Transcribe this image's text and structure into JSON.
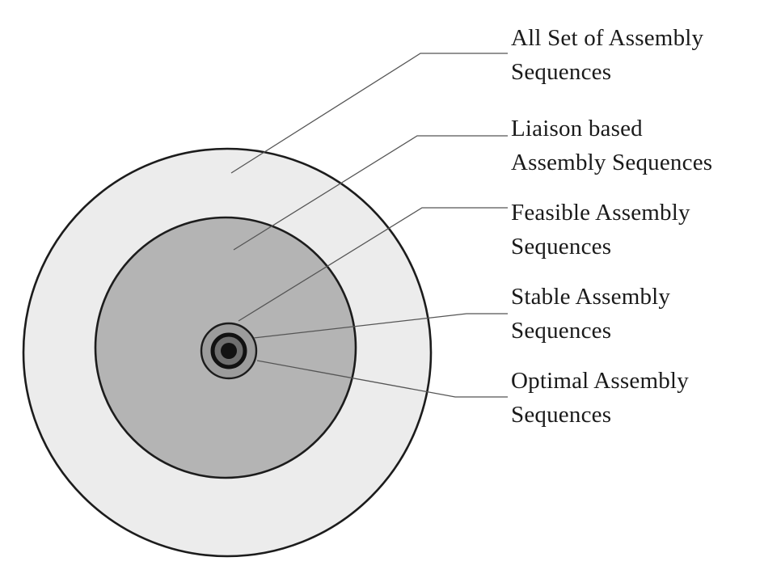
{
  "diagram": {
    "type": "nested-sets-diagram",
    "labels": [
      {
        "id": "all-set",
        "text": "All Set of Assembly\nSequences"
      },
      {
        "id": "liaison",
        "text": "Liaison based\nAssembly Sequences"
      },
      {
        "id": "feasible",
        "text": "Feasible Assembly\nSequences"
      },
      {
        "id": "stable",
        "text": "Stable Assembly\nSequences"
      },
      {
        "id": "optimal",
        "text": "Optimal Assembly\nSequences"
      }
    ],
    "rings": [
      {
        "name": "All Set of Assembly Sequences",
        "color": "#ececec"
      },
      {
        "name": "Liaison based Assembly Sequences",
        "color": "#b4b4b4"
      },
      {
        "name": "Feasible Assembly Sequences",
        "color": "#9c9c9c"
      },
      {
        "name": "Stable Assembly Sequences",
        "color": "#6f6f6f"
      },
      {
        "name": "Optimal Assembly Sequences",
        "color": "#121212"
      }
    ],
    "colors": {
      "background": "#ffffff",
      "circle_stroke": "#1c1c1c",
      "leader_line": "#555555",
      "text": "#1a1a1a"
    }
  }
}
